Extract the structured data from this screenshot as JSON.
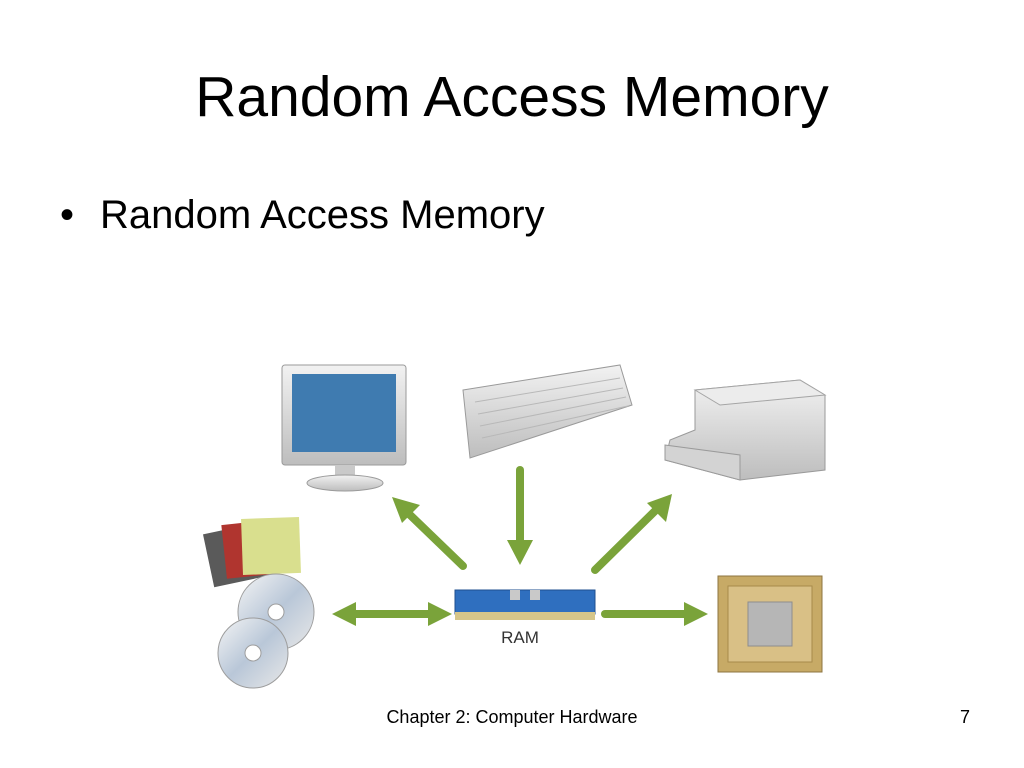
{
  "slide": {
    "title": "Random Access Memory",
    "bullets": [
      "Random Access Memory"
    ]
  },
  "diagram": {
    "center_label": "RAM",
    "nodes": [
      {
        "id": "monitor",
        "icon": "monitor-icon"
      },
      {
        "id": "keyboard",
        "icon": "keyboard-icon"
      },
      {
        "id": "printer",
        "icon": "printer-icon"
      },
      {
        "id": "storage",
        "icon": "storage-media-icon"
      },
      {
        "id": "cpu",
        "icon": "cpu-chip-icon"
      }
    ],
    "arrow_color": "#7aa33a"
  },
  "footer": {
    "text": "Chapter 2: Computer Hardware",
    "page_number": "7"
  }
}
